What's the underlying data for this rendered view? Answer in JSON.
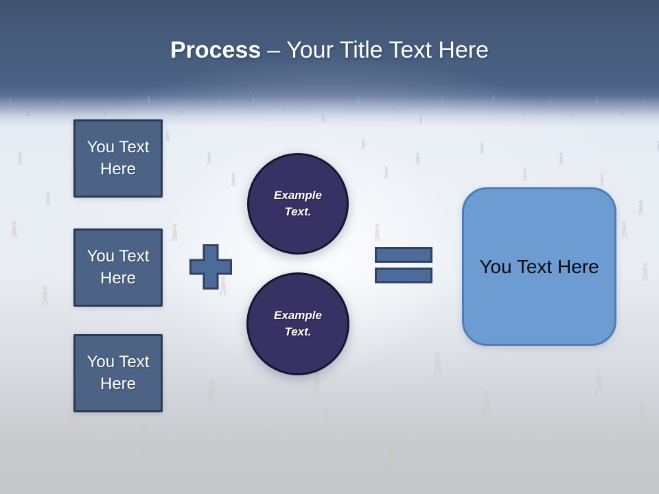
{
  "slide": {
    "title": {
      "keyword": "Process",
      "separator": "–",
      "subtitle": "Your Title Text Here"
    },
    "left_boxes": [
      {
        "label": "You Text Here"
      },
      {
        "label": "You Text Here"
      },
      {
        "label": "You Text Here"
      }
    ],
    "circles": [
      {
        "label": "Example Text."
      },
      {
        "label": "Example Text."
      }
    ],
    "operators": {
      "plus": "plus-icon",
      "equals": "equals-icon"
    },
    "result_box": {
      "label": "You Text Here"
    },
    "background": "faded crowd of walking people silhouettes",
    "colors": {
      "header_top": "#415270",
      "header_bottom": "#4C6386",
      "title_text": "#FFFFFF",
      "left_box_fill": "#4C6385",
      "left_box_border": "#2B3A55",
      "operator_fill": "#4C6B9A",
      "operator_border": "#31425F",
      "circle_fill": "#383264",
      "circle_border": "#16142E",
      "circle_text": "#FFFFFF",
      "result_box_fill": "#6D9CD3",
      "result_box_border": "#4C7EB6",
      "result_text": "#0B0C10",
      "background_bottom": "#C5C7CA"
    }
  }
}
